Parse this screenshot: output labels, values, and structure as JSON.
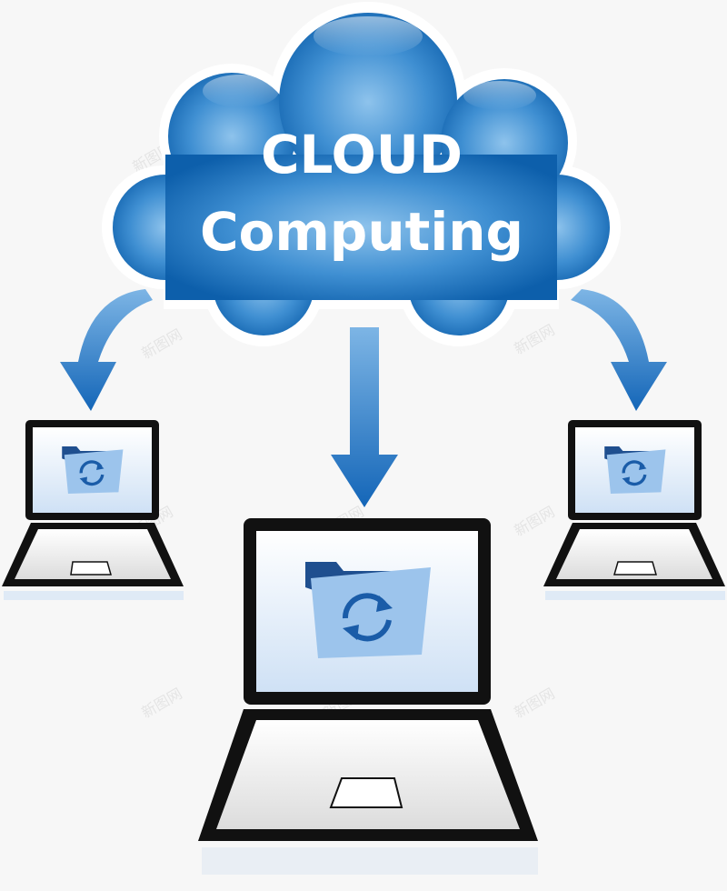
{
  "cloud": {
    "line1": "CLOUD",
    "line2": "Computing",
    "icon": "cloud-icon"
  },
  "arrows": [
    {
      "name": "arrow-left",
      "icon": "curved-arrow-icon"
    },
    {
      "name": "arrow-center",
      "icon": "down-arrow-icon"
    },
    {
      "name": "arrow-right",
      "icon": "curved-arrow-icon"
    }
  ],
  "laptops": [
    {
      "name": "laptop-left",
      "icon": "laptop-icon",
      "screen_icon": "sync-folder-icon"
    },
    {
      "name": "laptop-center",
      "icon": "laptop-icon",
      "screen_icon": "sync-folder-icon"
    },
    {
      "name": "laptop-right",
      "icon": "laptop-icon",
      "screen_icon": "sync-folder-icon"
    }
  ],
  "watermark": {
    "text": "新图网"
  },
  "colors": {
    "cloud_dark": "#0f62ad",
    "cloud_light": "#7fb8e6",
    "arrow": "#1d73c4",
    "laptop_frame": "#111111",
    "screen": "#e8f1fb",
    "folder_dark": "#1f4f8f",
    "folder_light": "#9cc4ec",
    "background": "#f7f7f7"
  }
}
